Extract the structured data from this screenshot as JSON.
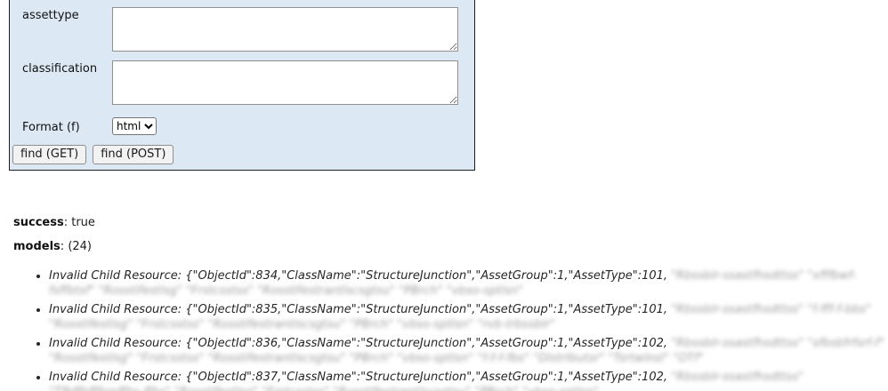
{
  "colors": {
    "panel_bg": "#dce9f5",
    "panel_border": "#1f1f1f",
    "page_bg": "#ffffff"
  },
  "form": {
    "fields": [
      {
        "label": "assettype",
        "value": ""
      },
      {
        "label": "classification",
        "value": ""
      }
    ],
    "format": {
      "label": "Format (f)",
      "value": "html"
    },
    "buttons": [
      {
        "label": "find (GET)"
      },
      {
        "label": "find (POST)"
      }
    ]
  },
  "results": {
    "punct": ": ",
    "success": {
      "label": "success",
      "value": "true"
    },
    "models": {
      "label": "models",
      "value": "(24)"
    },
    "items": [
      {
        "visible": "Invalid Child Resource: {\"ObjectId\":834,\"ClassName\":\"StructureJunction\",\"AssetGroup\":1,\"AssetType\":101,",
        "redacted": " \"Rbssblr-ssastfhsdttss\" \"xfffbwf-fsffbtsf\" \"Rosstlfestlsg\" \"Frstcsstss\" \"Rosstlfestrantlscsgtsu\" \"PBrch\" \"vbso-sptlsn\""
      },
      {
        "visible": "Invalid Child Resource: {\"ObjectId\":835,\"ClassName\":\"StructureJunction\",\"AssetGroup\":1,\"AssetType\":101,",
        "redacted": " \"Rbssblr-ssastfhsdttss\" \"f-fff-f-bbs\" \"Rosstlfestlsg\" \"Frstcsstss\" \"Rosstlfestrantlscsgtsu\" \"PBrch\" \"vbso-sptlsn\" \"rvb-trbssblr\""
      },
      {
        "visible": "Invalid Child Resource: {\"ObjectId\":836,\"ClassName\":\"StructureJunction\",\"AssetGroup\":1,\"AssetType\":102,",
        "redacted": " \"Rbssblr-ssastfhsdttss\" \"sfbsbfrfsrf-f\" \"Rosstlfestlsg\" \"Frstcsstss\" \"Rosstlfestrantlscsgtsu\" \"PBrch\" \"vbso-sptlsn\" \"f-f-f-fbs\" \"Dlstrlbutsr\" \"Tsrtwlnsl\" \"OTf\""
      },
      {
        "visible": "Invalid Child Resource: {\"ObjectId\":837,\"ClassName\":\"StructureJunction\",\"AssetGroup\":1,\"AssetType\":102,",
        "redacted": " \"Rbssblr-ssastfhsdttss\" \"Tfbffbfffsrsffbs-ffbs\" \"Rosstlfestlsg\" \"Frstcsstss\" \"Rosstlfestrantlscsgtsu\" \"PBrch\" \"vbso-sptlsn\""
      }
    ]
  }
}
